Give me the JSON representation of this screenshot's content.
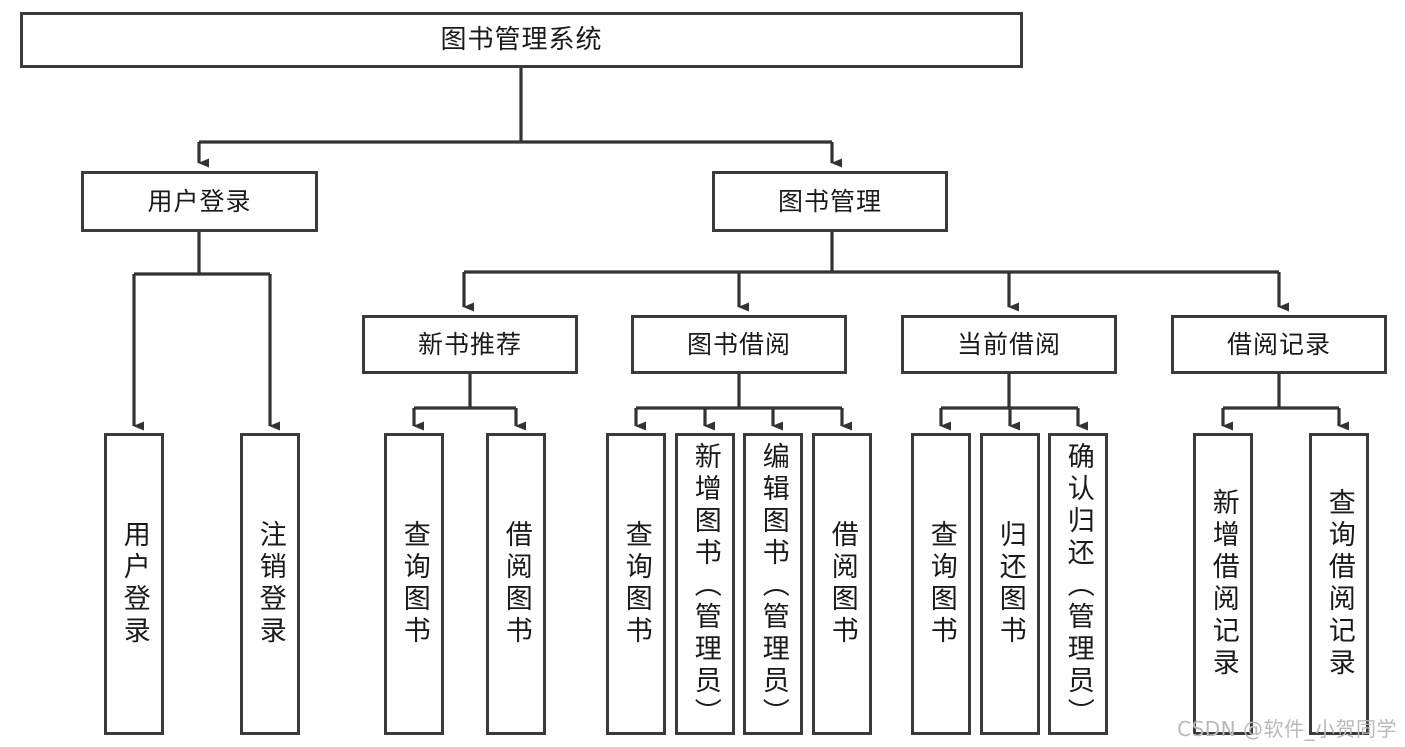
{
  "diagram": {
    "title": "图书管理系统",
    "type": "功能结构图",
    "colors": {
      "box_border": "#3a3a3a",
      "box_fill": "#ffffff",
      "edge": "#333333",
      "text": "#1a1a1a",
      "background": "#ffffff",
      "watermark": "#b9b9b9"
    },
    "root": {
      "label": "图书管理系统"
    },
    "level2": [
      {
        "label": "用户登录"
      },
      {
        "label": "图书管理"
      }
    ],
    "level3": [
      {
        "label": "新书推荐"
      },
      {
        "label": "图书借阅"
      },
      {
        "label": "当前借阅"
      },
      {
        "label": "借阅记录"
      }
    ],
    "leaves": {
      "user_login": [
        {
          "label": "用户登录"
        },
        {
          "label": "注销登录"
        }
      ],
      "new_book_recommend": [
        {
          "label": "查询图书"
        },
        {
          "label": "借阅图书"
        }
      ],
      "book_borrow": [
        {
          "label": "查询图书"
        },
        {
          "label": "新增图书（管理员）"
        },
        {
          "label": "编辑图书（管理员）"
        },
        {
          "label": "借阅图书"
        }
      ],
      "current_borrow": [
        {
          "label": "查询图书"
        },
        {
          "label": "归还图书"
        },
        {
          "label": "确认归还（管理员）"
        }
      ],
      "borrow_record": [
        {
          "label": "新增借阅记录"
        },
        {
          "label": "查询借阅记录"
        }
      ]
    },
    "watermark": "CSDN @软件_小贺同学"
  }
}
